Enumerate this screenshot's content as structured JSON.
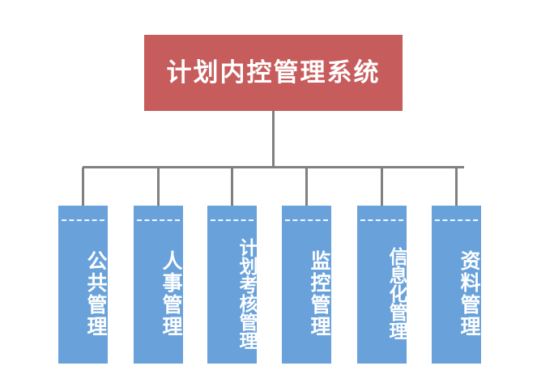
{
  "diagram": {
    "type": "organizational-hierarchy-chart",
    "orientation": "top-down",
    "root": {
      "label": "计划内控管理系统",
      "color": "#c75c5c",
      "text_color": "#ffffff"
    },
    "connector": {
      "color": "#808080",
      "style": "orthogonal-elbow"
    },
    "leaf_color": "#69a1da",
    "leaf_text_color": "#ffffff",
    "leaf_divider_color": "#ffffff",
    "children": [
      {
        "label": "公共管理",
        "chars": 4
      },
      {
        "label": "人事管理",
        "chars": 4
      },
      {
        "label": "计划考核管理",
        "chars": 6
      },
      {
        "label": "监控管理",
        "chars": 4
      },
      {
        "label": "信息化管理",
        "chars": 5
      },
      {
        "label": "资料管理",
        "chars": 4
      }
    ]
  }
}
